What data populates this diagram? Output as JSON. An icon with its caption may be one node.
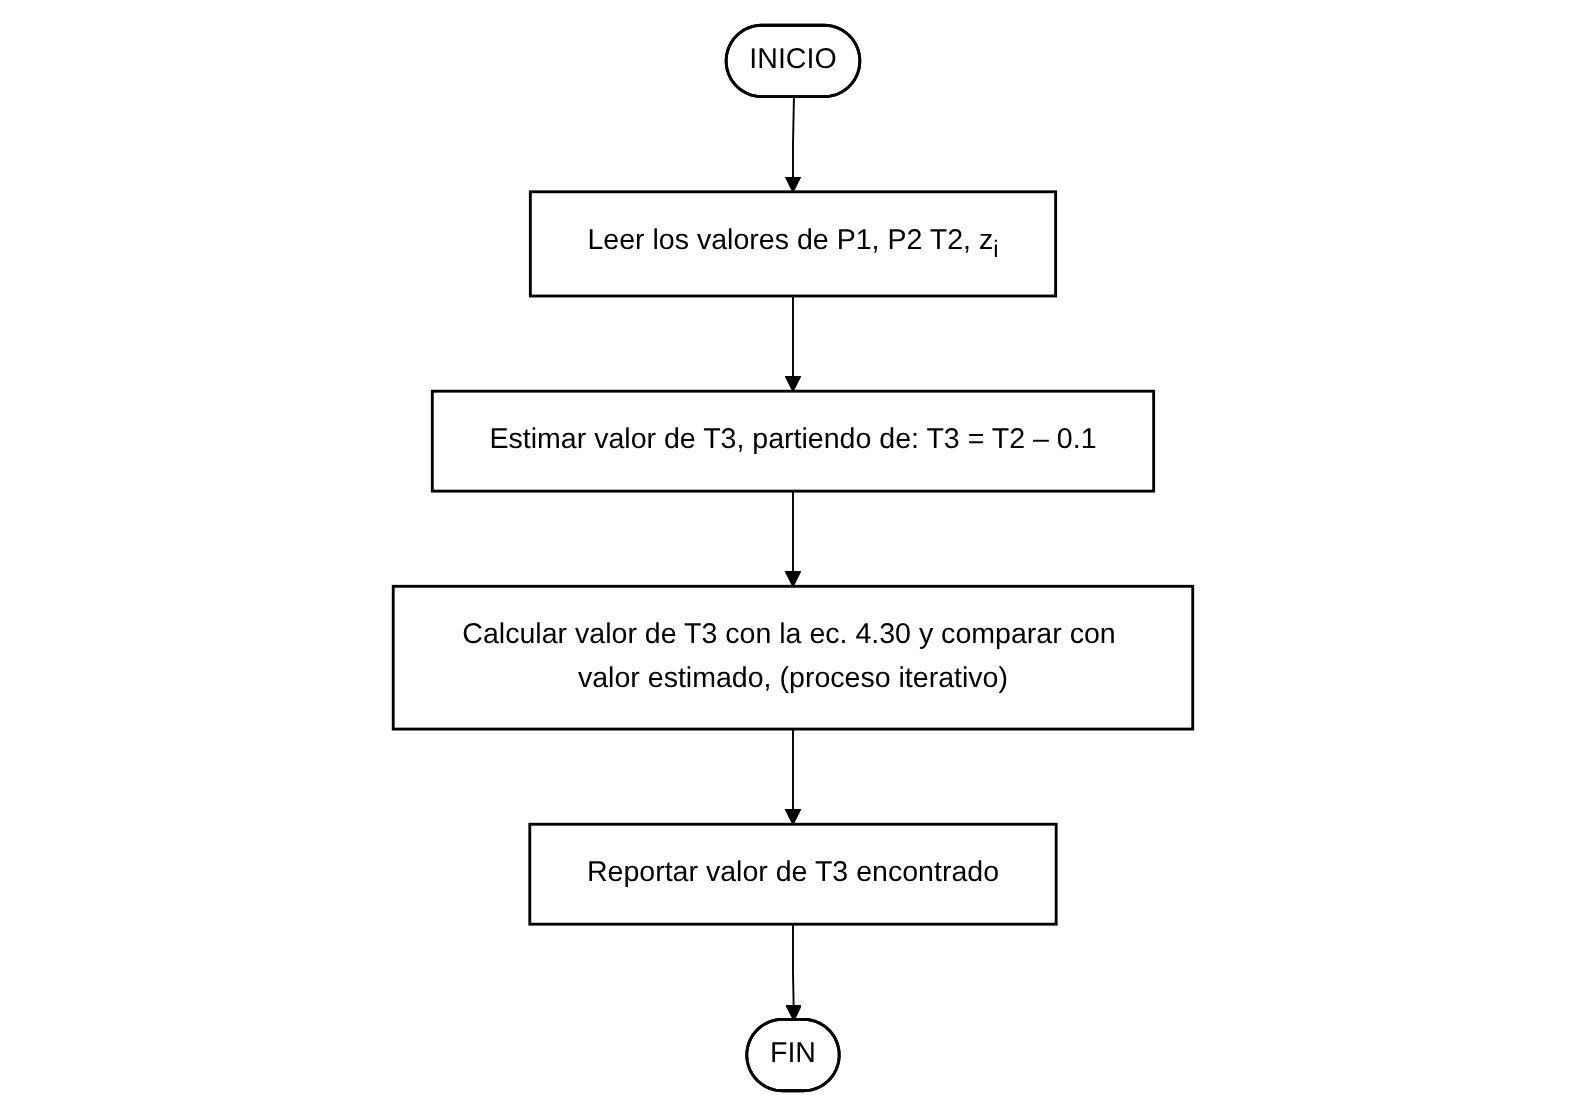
{
  "diagram": {
    "nodes": [
      {
        "text": [
          "INICIO"
        ]
      },
      {
        "text": [
          "Leer los valores de P1, P2 T2, z$_{i}$"
        ]
      },
      {
        "text": [
          "Estimar valor de T3, partiendo de: T3 = T2 – 0.1"
        ]
      },
      {
        "text": [
          "Calcular valor de T3 con la ec. 4.30 y comparar con valor estimado, (proceso iterativo)"
        ]
      },
      {
        "text": [
          "Reportar valor de T3 encontrado"
        ]
      },
      {
        "text": [
          "FIN"
        ]
      }
    ],
    "edges": [
      {
        "from": 0,
        "to": 1,
        "arrow": "to"
      },
      {
        "from": 1,
        "to": 2,
        "arrow": "to"
      },
      {
        "from": 2,
        "to": 3,
        "arrow": "to"
      },
      {
        "from": 3,
        "to": 4,
        "arrow": "to"
      },
      {
        "from": 4,
        "to": 5,
        "arrow": "to"
      }
    ]
  }
}
